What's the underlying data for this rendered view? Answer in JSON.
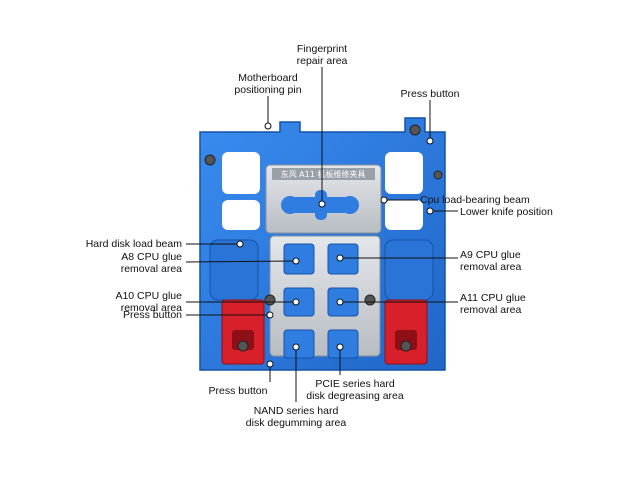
{
  "labels": {
    "fingerprint": [
      "Fingerprint",
      "repair area"
    ],
    "motherboard_pin": [
      "Motherboard",
      "positioning pin"
    ],
    "press_button_top": [
      "Press button"
    ],
    "cpu_beam": [
      "Cpu load-bearing beam"
    ],
    "lower_knife": [
      "Lower knife position"
    ],
    "hard_disk_beam": [
      "Hard disk load beam"
    ],
    "a8": [
      "A8 CPU glue",
      "removal area"
    ],
    "a9": [
      "A9 CPU glue",
      "removal area"
    ],
    "a10": [
      "A10 CPU glue",
      "removal area"
    ],
    "a11": [
      "A11 CPU glue",
      "removal area"
    ],
    "press_button_mid": [
      "Press button"
    ],
    "press_button_bottom": [
      "Press button"
    ],
    "pcie": [
      "PCIE series hard",
      "disk degreasing area"
    ],
    "nand": [
      "NAND series hard",
      "disk degumming area"
    ]
  },
  "plate_text": "东风 A11 机板维修夹具",
  "colors": {
    "plate": "#2f7de0",
    "plate_dark": "#1d5fb8",
    "steel": "#cfd3d8",
    "clamp": "#d8202a",
    "leader": "#111111"
  }
}
